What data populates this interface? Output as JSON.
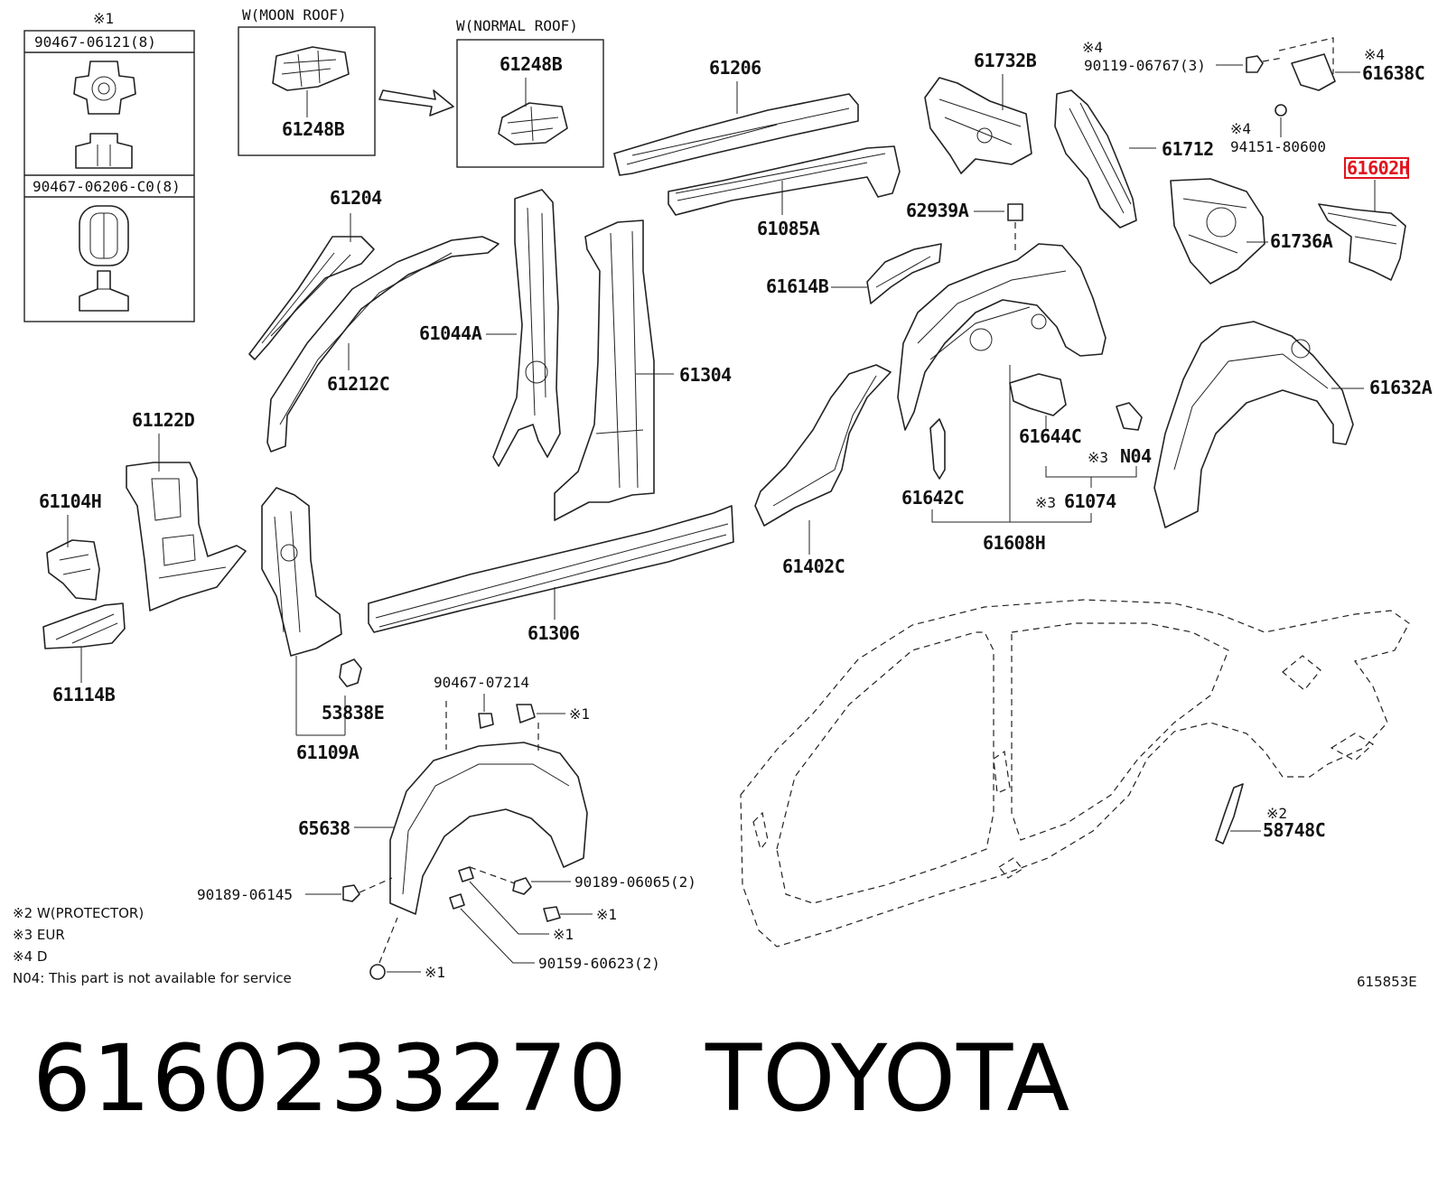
{
  "clip_box": {
    "mark": "※1",
    "part1": "90467-06121(8)",
    "part2": "90467-06206-C0(8)"
  },
  "moon_roof_box": {
    "title": "W(MOON ROOF)",
    "part": "61248B"
  },
  "normal_roof_box": {
    "title": "W(NORMAL ROOF)",
    "part": "61248B"
  },
  "labels": {
    "p61206": "61206",
    "p61085A": "61085A",
    "p61204": "61204",
    "p61212C": "61212C",
    "p61044A": "61044A",
    "p61304": "61304",
    "p61122D": "61122D",
    "p61104H": "61104H",
    "p61114B": "61114B",
    "p61109A": "61109A",
    "p53838E": "53838E",
    "p61306": "61306",
    "p61732B": "61732B",
    "p61712": "61712",
    "p62939A": "62939A",
    "p61614B": "61614B",
    "p61736A": "61736A",
    "p61602H": "61602H",
    "p61638C": "61638C",
    "p90119": "90119-06767(3)",
    "p94151": "94151-80600",
    "mark4a": "※4",
    "mark4b": "※4",
    "mark4c": "※4",
    "p61632A": "61632A",
    "p61644C": "61644C",
    "mark3a": "※3",
    "pN04": "N04",
    "mark3b": "※3",
    "p61074": "61074",
    "p61642C": "61642C",
    "p61608H": "61608H",
    "p61402C": "61402C",
    "p90467_07214": "90467-07214",
    "mark1a": "※1",
    "p65638": "65638",
    "p90189_06145": "90189-06145",
    "p90189_06065": "90189-06065(2)",
    "mark1b": "※1",
    "mark1c": "※1",
    "p90159": "90159-60623(2)",
    "mark1d": "※1",
    "mark2": "※2",
    "p58748C": "58748C",
    "diagram_id": "615853E"
  },
  "notes": {
    "n2": "※2 W(PROTECTOR)",
    "n3": "※3 EUR",
    "n4": "※4 D",
    "n04": "N04: This part is not available for service"
  },
  "highlight": {
    "part": "61602H",
    "color": "#e0141e"
  },
  "caption": {
    "part_number": "6160233270",
    "brand": "TOYOTA"
  }
}
